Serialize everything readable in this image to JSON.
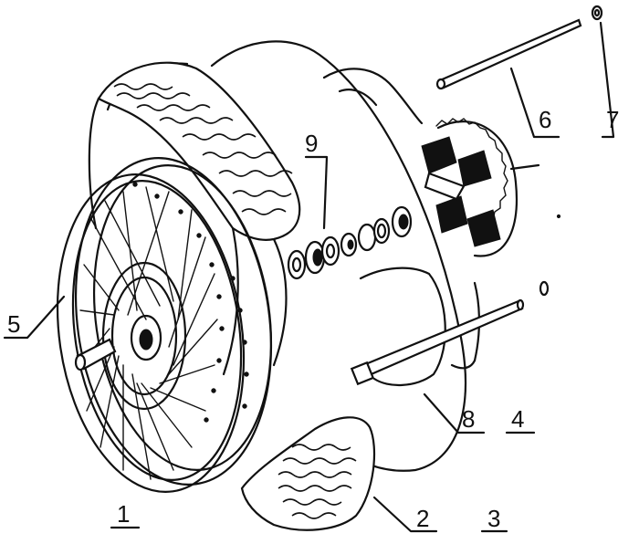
{
  "diagram": {
    "callouts": [
      {
        "id": "c1",
        "number": "1"
      },
      {
        "id": "c2",
        "number": "2"
      },
      {
        "id": "c3",
        "number": "3"
      },
      {
        "id": "c4",
        "number": "4"
      },
      {
        "id": "c5",
        "number": "5"
      },
      {
        "id": "c6",
        "number": "6"
      },
      {
        "id": "c7",
        "number": "7"
      },
      {
        "id": "c8",
        "number": "8"
      },
      {
        "id": "c9",
        "number": "9"
      }
    ]
  }
}
